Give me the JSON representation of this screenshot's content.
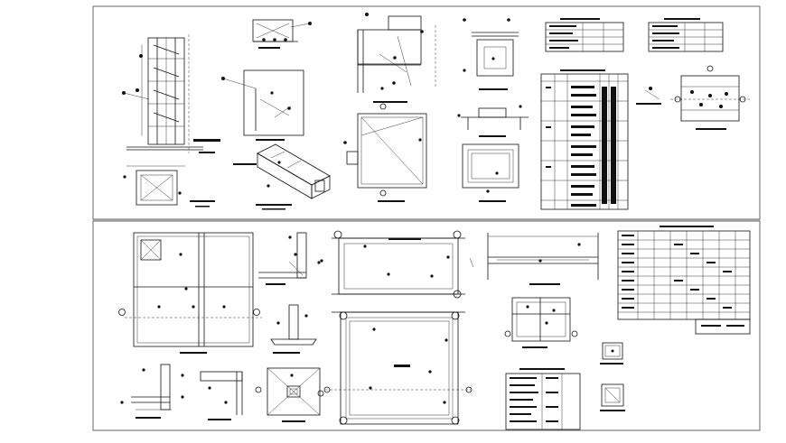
{
  "page": {
    "caption": ""
  },
  "colors": {
    "background": "#ffffff",
    "linework": "#111111",
    "sheet_border": "#666666"
  },
  "drawing": {
    "sheets": [
      "upper-sheet",
      "lower-sheet"
    ],
    "annotation_markers": "filled-dots-with-leaders",
    "tables": "schedule-tables"
  }
}
